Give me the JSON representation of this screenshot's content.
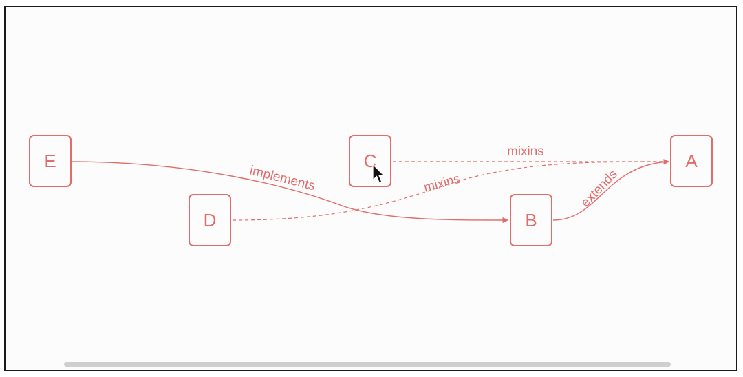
{
  "colors": {
    "accent": "#e06c6c",
    "background": "#fdfcfc",
    "frame": "#1a1a1a",
    "scrollbar": "#cfcfcf"
  },
  "nodes": {
    "a": "A",
    "b": "B",
    "c": "C",
    "d": "D",
    "e": "E"
  },
  "edges": {
    "e_to_b": {
      "label": "implements",
      "style": "solid"
    },
    "c_to_a": {
      "label": "mixins",
      "style": "dashed"
    },
    "d_to_a": {
      "label": "mixins",
      "style": "dashed"
    },
    "b_to_a": {
      "label": "extends",
      "style": "solid"
    }
  },
  "icons": {
    "cursor": "mouse-pointer-icon"
  }
}
